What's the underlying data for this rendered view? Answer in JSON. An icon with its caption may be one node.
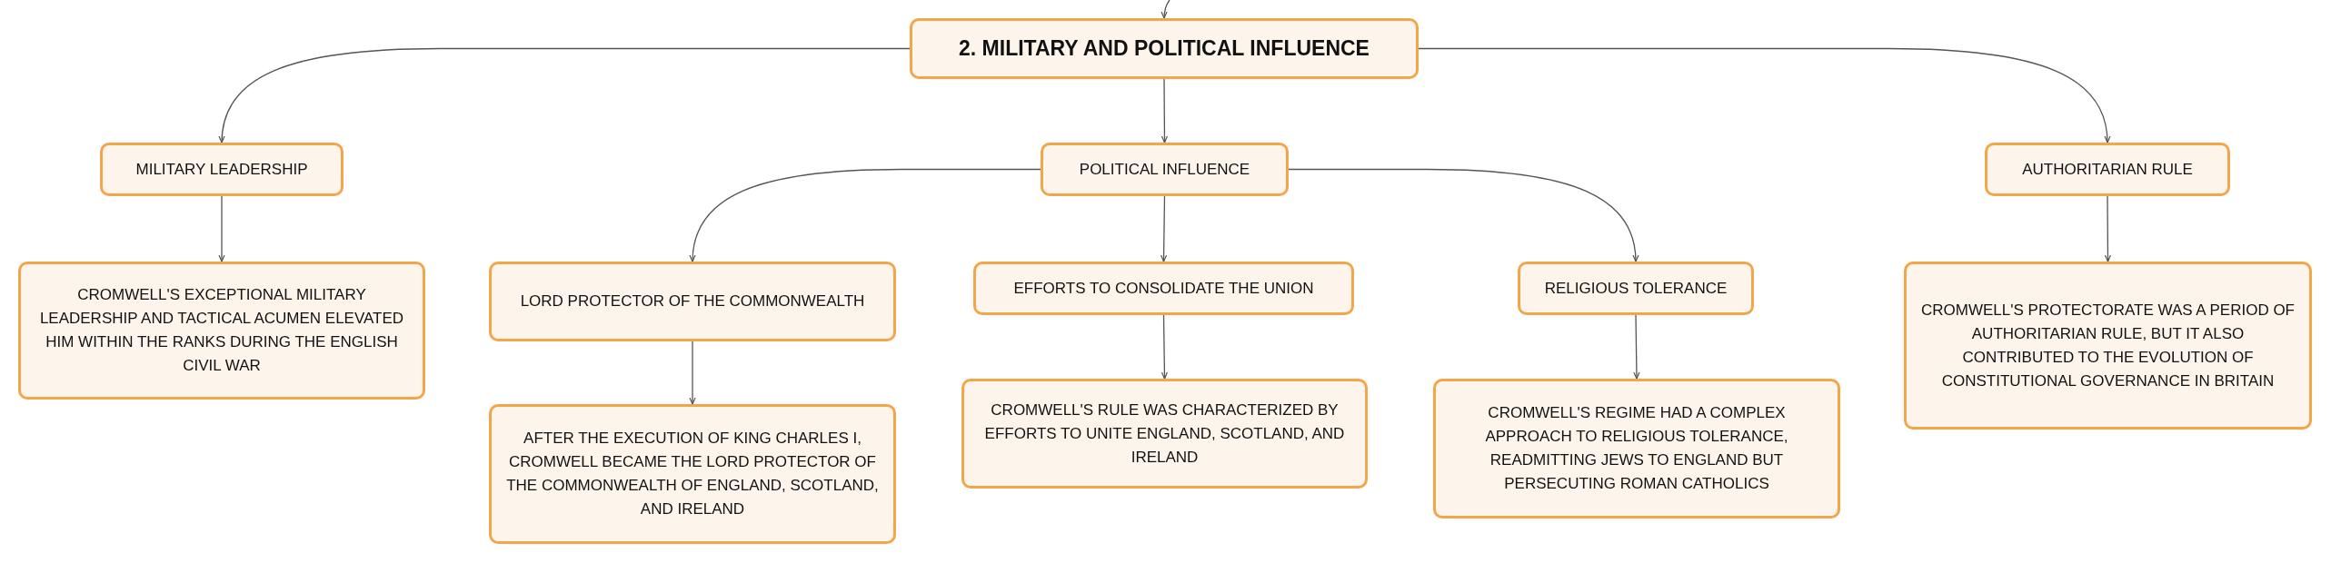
{
  "diagram": {
    "nodes": [
      {
        "text": [
          "2. MILITARY AND POLITICAL INFLUENCE"
        ]
      },
      {
        "text": [
          "MILITARY LEADERSHIP"
        ]
      },
      {
        "text": [
          "POLITICAL INFLUENCE"
        ]
      },
      {
        "text": [
          "AUTHORITARIAN RULE"
        ]
      },
      {
        "text": [
          "CROMWELL'S EXCEPTIONAL MILITARY LEADERSHIP AND TACTICAL ACUMEN ELEVATED HIM WITHIN THE RANKS DURING THE ENGLISH CIVIL WAR"
        ]
      },
      {
        "text": [
          "LORD PROTECTOR OF THE COMMONWEALTH"
        ]
      },
      {
        "text": [
          "EFFORTS TO CONSOLIDATE THE UNION"
        ]
      },
      {
        "text": [
          "RELIGIOUS TOLERANCE"
        ]
      },
      {
        "text": [
          "CROMWELL'S PROTECTORATE WAS A PERIOD OF AUTHORITARIAN RULE, BUT IT ALSO CONTRIBUTED TO THE EVOLUTION OF CONSTITUTIONAL GOVERNANCE IN BRITAIN"
        ]
      },
      {
        "text": [
          "AFTER THE EXECUTION OF KING CHARLES I, CROMWELL BECAME THE LORD PROTECTOR OF THE COMMONWEALTH OF ENGLAND, SCOTLAND, AND IRELAND"
        ]
      },
      {
        "text": [
          "CROMWELL'S RULE WAS CHARACTERIZED BY EFFORTS TO UNITE ENGLAND, SCOTLAND, AND IRELAND"
        ]
      },
      {
        "text": [
          "CROMWELL'S REGIME HAD A COMPLEX APPROACH TO RELIGIOUS TOLERANCE, READMITTING JEWS TO ENGLAND BUT PERSECUTING ROMAN CATHOLICS"
        ]
      }
    ],
    "edges": [
      {
        "from": null,
        "to": 0,
        "arrow": "to"
      },
      {
        "from": 0,
        "to": 1,
        "arrow": "to"
      },
      {
        "from": 0,
        "to": 2,
        "arrow": "to"
      },
      {
        "from": 0,
        "to": 3,
        "arrow": "to"
      },
      {
        "from": 1,
        "to": 4,
        "arrow": "to"
      },
      {
        "from": 2,
        "to": 5,
        "arrow": "to"
      },
      {
        "from": 2,
        "to": 6,
        "arrow": "to"
      },
      {
        "from": 2,
        "to": 7,
        "arrow": "to"
      },
      {
        "from": 3,
        "to": 8,
        "arrow": "to"
      },
      {
        "from": 5,
        "to": 9,
        "arrow": "to"
      },
      {
        "from": 6,
        "to": 10,
        "arrow": "to"
      },
      {
        "from": 7,
        "to": 11,
        "arrow": "to"
      }
    ]
  }
}
